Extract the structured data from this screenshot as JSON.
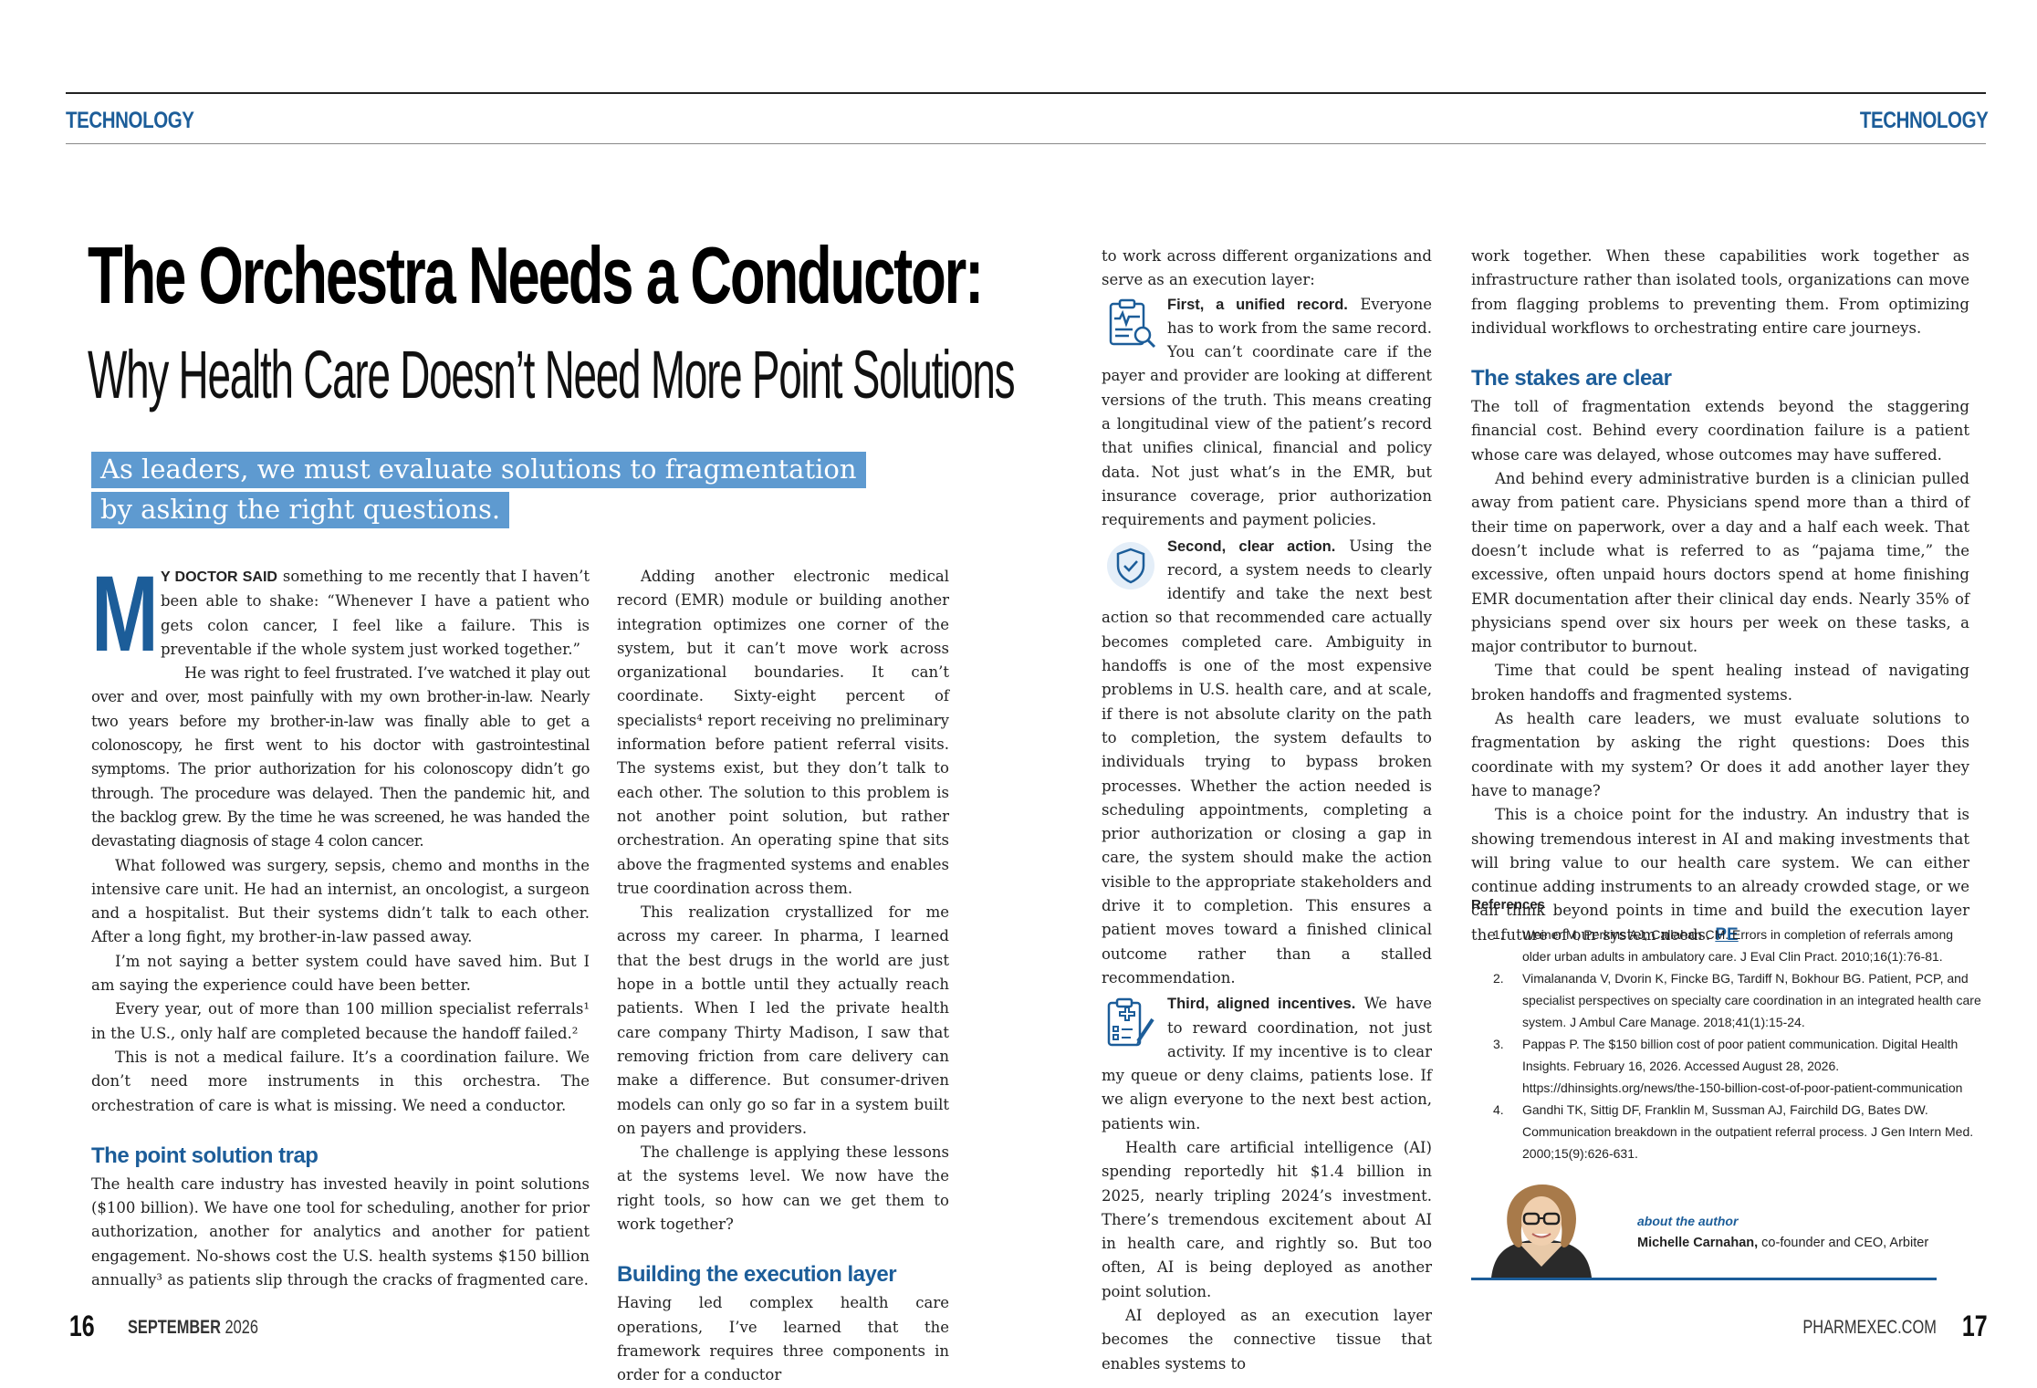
{
  "header": {
    "left_tag": "TECHNOLOGY",
    "right_tag": "TECHNOLOGY"
  },
  "title": "The Orchestra Needs a Conductor:",
  "subtitle": "Why Health Care Doesn’t Need More Point Solutions",
  "deck": "As leaders, we must evaluate solutions to fragmentation by asking the right questions.",
  "col1": {
    "dropcap": "M",
    "lead": "Y DOCTOR SAID",
    "p1": " something to me recently that I haven’t been able to shake: “Whenever I have a patient who gets colon cancer, I feel like a failure. This is preventable if the whole system just worked together.”",
    "p2": "He was right to feel frustrated. I’ve watched it play out over and over, most painfully with my own brother-in-law. Nearly two years before my brother-in-law was finally able to get a colonoscopy, he first went to his doctor with gastrointestinal symptoms. The prior authorization for his colonoscopy didn’t go through. The procedure was delayed. Then the pandemic hit, and the backlog grew. By the time he was screened, he was handed the devastating diagnosis of stage 4 colon cancer.",
    "p3": "What followed was surgery, sepsis, chemo and months in the intensive care unit. He had an internist, an oncologist, a surgeon and a hospitalist. But their systems didn’t talk to each other. After a long fight, my brother-in-law passed away.",
    "p4": "I’m not saying a better system could have saved him. But I am saying the experience could have been better.",
    "p5": "Every year, out of more than 100 million specialist referrals¹ in the U.S., only half are completed because the handoff failed.²",
    "p6": "This is not a medical failure. It’s a coordination failure. We don’t need more instruments in this orchestra. The orchestration of care is what is missing. We need a conductor.",
    "h1": "The point solution trap",
    "p7": "The health care industry has invested heavily in point solutions ($100 billion). We have one tool for scheduling, another for prior authorization, another for analytics and another for patient engagement. No-shows cost the U.S. health systems $150 billion annually³ as patients slip through the cracks of fragmented care."
  },
  "col2": {
    "p1": "Adding another electronic medical record (EMR) module or building another integration optimizes one corner of the system, but it can’t move work across organizational boundaries. It can’t coordinate. Sixty-eight percent of specialists⁴ report receiving no preliminary information before patient referral visits. The systems exist, but they don’t talk to each other. The solution to this problem is not another point solution, but rather orchestration. An operating spine that sits above the fragmented systems and enables true coordination across them.",
    "p2": "This realization crystallized for me across my career. In pharma, I learned that the best drugs in the world are just hope in a bottle until they actually reach patients. When I led the private health care company Thirty Madison, I saw that removing friction from care delivery can make a difference. But consumer-driven models can only go so far in a system built on payers and providers.",
    "p3": "The challenge is applying these lessons at the systems level. We now have the right tools, so how can we get them to work together?",
    "h1": "Building the execution layer",
    "p4": "Having led complex health care operations, I’ve learned that the framework requires three components in order for a conductor"
  },
  "col3": {
    "p0": "to work across different organizations and serve as an execution layer:",
    "b1_lead": "First, a unified record.",
    "b1": " Everyone has to work from the same record. You can’t coordinate care if the payer and provider are looking at different versions of the truth. This means creating a longitudinal view of the patient’s record that unifies clinical, financial and policy data. Not just what’s in the EMR, but insurance coverage, prior authorization requirements and payment policies.",
    "b2_lead": "Second, clear action.",
    "b2": " Using the record, a system needs to clearly identify and take the next best action so that recommended care actually becomes completed care. Ambiguity in handoffs is one of the most expensive problems in U.S. health care, and at scale, if there is not absolute clarity on the path to completion, the system defaults to individuals trying to bypass broken processes. Whether the action needed is scheduling appointments, completing a prior authorization or closing a gap in care, the system should make the action visible to the appropriate stakeholders and drive it to completion. This ensures a patient moves toward a finished clinical outcome rather than a stalled recommendation.",
    "b3_lead": "Third, aligned incentives.",
    "b3": " We have to reward coordination, not just activity. If my incentive is to clear my queue or deny claims, patients lose. If we align everyone to the next best action, patients win.",
    "p1": "Health care artificial intelligence (AI) spending reportedly hit $1.4 billion in 2025, nearly tripling 2024’s investment. There’s tremendous excitement about AI in health care, and rightly so. But too often, AI is being deployed as another point solution.",
    "p2": "AI deployed as an execution layer becomes the connective tissue that enables systems to"
  },
  "col4": {
    "p0": "work together. When these capabilities work together as infrastructure rather than isolated tools, organizations can move from flagging problems to preventing them. From optimizing individual workflows to orchestrating entire care journeys.",
    "h1": "The stakes are clear",
    "p1": "The toll of fragmentation extends beyond the staggering financial cost. Behind every coordination failure is a patient whose care was delayed, whose outcomes may have suffered.",
    "p2": "And behind every administrative burden is a clinician pulled away from patient care. Physicians spend more than a third of their time on paperwork, over a day and a half each week. That doesn’t include what is referred to as “pajama time,” the excessive, often unpaid hours doctors spend at home finishing EMR documentation after their clinical day ends. Nearly 35% of physicians spend over six hours per week on these tasks, a major contributor to burnout.",
    "p3": "Time that could be spent healing instead of navigating broken handoffs and fragmented systems.",
    "p4": "As health care leaders, we must evaluate solutions to fragmentation by asking the right questions: Does this coordinate with my system? Or does it add another layer they have to manage?",
    "p5": "This is a choice point for the industry. An industry that is showing tremendous interest in AI and making investments that will bring value to our health care system. We can either continue adding instruments to an already crowded stage, or we can think beyond points in time and build the execution layer the future of our system needs. ",
    "pe": "PE"
  },
  "references": {
    "heading": "References",
    "items": [
      {
        "num": "1.",
        "text": "Weiner M, Perkins AJ, Callahan CM. Errors in completion of referrals among older urban adults in ambulatory care. J Eval Clin Pract. 2010;16(1):76-81."
      },
      {
        "num": "2.",
        "text": "Vimalananda V, Dvorin K, Fincke BG, Tardiff N, Bokhour BG. Patient, PCP, and specialist perspectives on specialty care coordination in an integrated health care system. J Ambul Care Manage. 2018;41(1):15-24."
      },
      {
        "num": "3.",
        "text": "Pappas P. The $150 billion cost of poor patient communication. Digital Health Insights. February 16, 2026. Accessed August 28, 2026. https://dhinsights.org/news/the-150-billion-cost-of-poor-patient-communication"
      },
      {
        "num": "4.",
        "text": "Gandhi TK, Sittig DF, Franklin M, Sussman AJ, Fairchild DG, Bates DW. Communication breakdown in the outpatient referral process. J Gen Intern Med. 2000;15(9):626-631."
      }
    ]
  },
  "author": {
    "label": "about the author",
    "name": "Michelle Carnahan,",
    "role": " co-founder and CEO, Arbiter"
  },
  "footer": {
    "left_page": "16",
    "issue_month": "SEPTEMBER",
    "issue_year": " 2026",
    "site": "PHARMEXEC.COM",
    "right_page": "17"
  },
  "colors": {
    "accent": "#1c5d99",
    "deck_bg": "#5e9ad0"
  },
  "icons": [
    "clipboard-search-icon",
    "shield-check-icon",
    "checklist-pen-icon",
    "author-photo"
  ]
}
